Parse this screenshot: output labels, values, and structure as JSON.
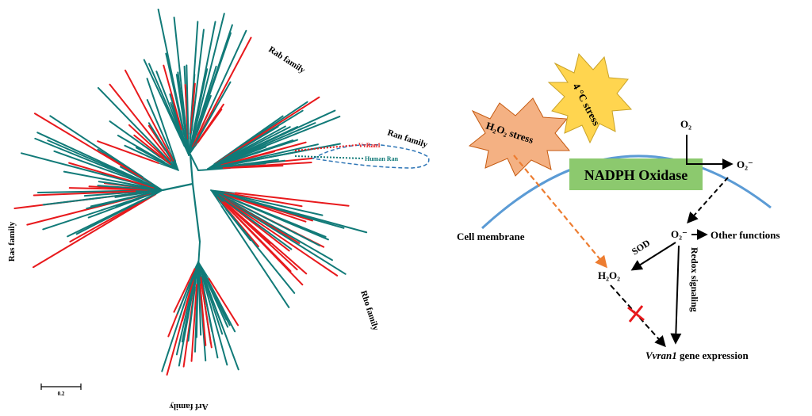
{
  "colors": {
    "teal": "#117a78",
    "red": "#e8191c",
    "membrane": "#5b9bd5",
    "nadph_fill": "#8cc96e",
    "h2o2_burst": "#f4b183",
    "cold_burst": "#ffd54f",
    "orange_arrow": "#ed7d31",
    "ran_outline": "#2e75b6"
  },
  "tree": {
    "families": {
      "rab": "Rab family",
      "ran": "Ran family",
      "ras": "Ras family",
      "rho": "Rho family",
      "arf": "Arf family"
    },
    "vvran1_label": "VvRan1",
    "human_ran_label": "Human Ran",
    "scale_label": "0.2"
  },
  "pathway": {
    "h2o2_stress": "H₂O₂ stress",
    "cold_stress": "4 °C stress",
    "o2": "O₂",
    "o2_radical": "O₂⁻",
    "nadph": "NADPH Oxidase",
    "cell_membrane": "Cell membrane",
    "sod": "SOD",
    "other_functions": "Other functions",
    "h2o2": "H₂O₂",
    "redox": "Redox signaling",
    "gene_name": "Vvran1",
    "gene_suffix": " gene expression"
  }
}
